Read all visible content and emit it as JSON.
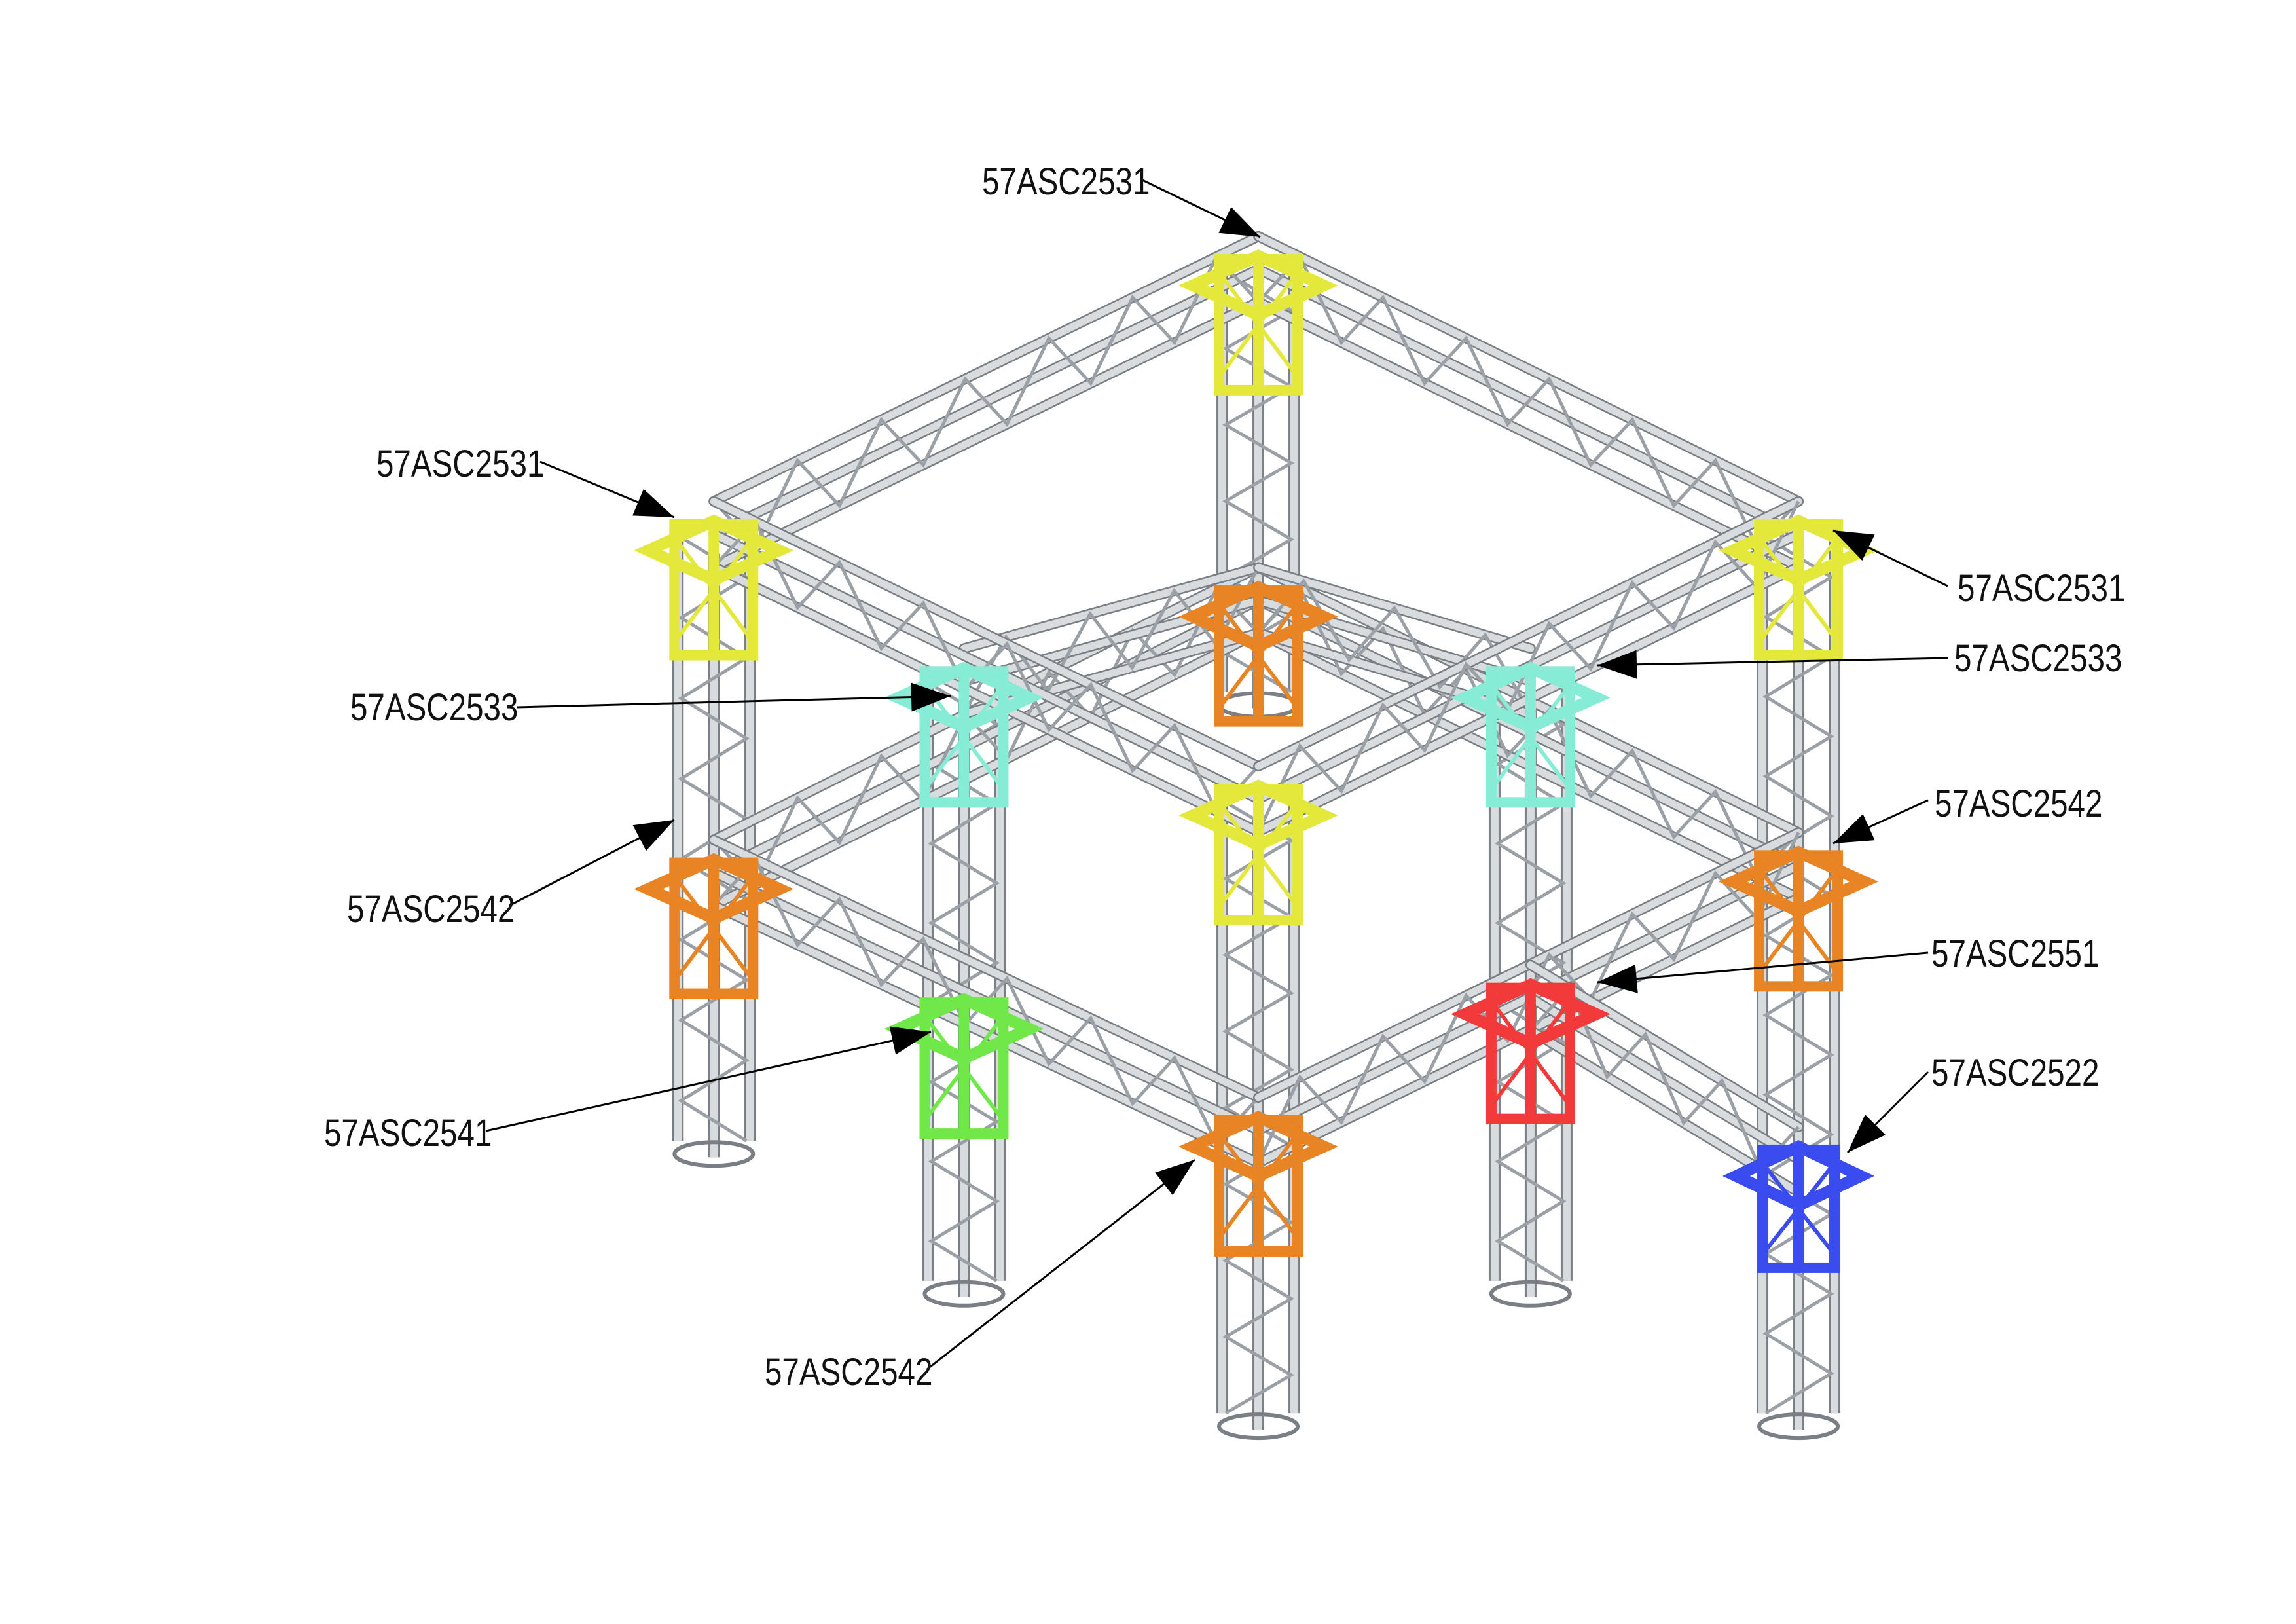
{
  "diagram": {
    "type": "truss assembly isometric view",
    "colors": {
      "truss": "#d9dcdf",
      "truss_edge": "#7a7f85",
      "yellow": "#e4e83a",
      "orange": "#e88424",
      "cyan": "#86ecd6",
      "green": "#70e84a",
      "red": "#f23a3a",
      "blue": "#3a4cf0"
    },
    "callouts": [
      {
        "label": "57ASC2531",
        "color": "yellow"
      },
      {
        "label": "57ASC2531",
        "color": "yellow"
      },
      {
        "label": "57ASC2531",
        "color": "yellow"
      },
      {
        "label": "57ASC2533",
        "color": "cyan"
      },
      {
        "label": "57ASC2533",
        "color": "cyan"
      },
      {
        "label": "57ASC2542",
        "color": "orange"
      },
      {
        "label": "57ASC2542",
        "color": "orange"
      },
      {
        "label": "57ASC2551",
        "color": "red"
      },
      {
        "label": "57ASC2522",
        "color": "blue"
      },
      {
        "label": "57ASC2541",
        "color": "green"
      },
      {
        "label": "57ASC2542",
        "color": "orange"
      }
    ]
  }
}
